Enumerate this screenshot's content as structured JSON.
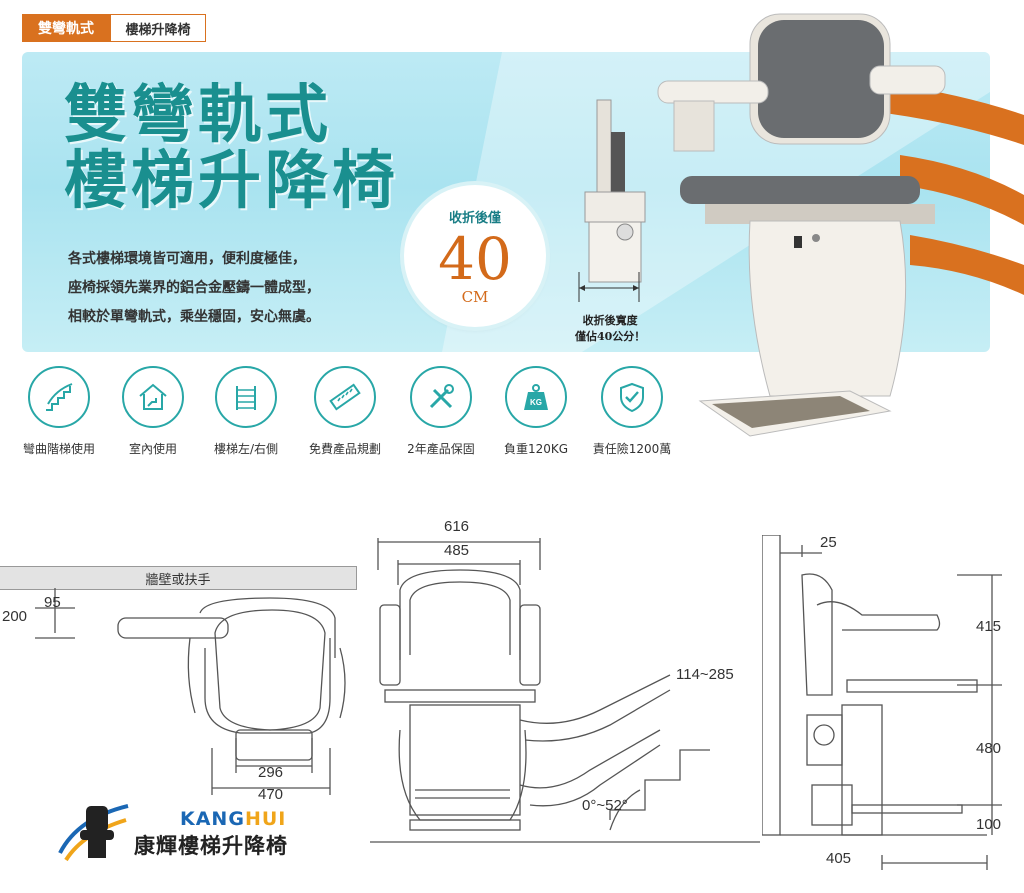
{
  "tabs": {
    "primary": "雙彎軌式",
    "secondary": "樓梯升降椅"
  },
  "banner": {
    "title_line1": "雙彎軌式",
    "title_line2": "樓梯升降椅",
    "desc": [
      "各式樓梯環境皆可適用，便利度極佳，",
      "座椅採領先業界的鋁合金壓鑄一體成型，",
      "相較於單彎軌式，乘坐穩固，安心無虞。"
    ],
    "folded": {
      "label": "收折後僅",
      "value": "40",
      "unit": "CM"
    },
    "fold_note": [
      "收折後寬度",
      "僅佔40公分！"
    ]
  },
  "features": [
    {
      "icon": "curved-stairs-icon",
      "label": "彎曲階梯使用"
    },
    {
      "icon": "indoor-house-icon",
      "label": "室內使用"
    },
    {
      "icon": "stairs-left-right-icon",
      "label": "樓梯左/右側"
    },
    {
      "icon": "ruler-icon",
      "label": "免費產品規劃"
    },
    {
      "icon": "tools-icon",
      "label": "2年產品保固"
    },
    {
      "icon": "weight-kg-icon",
      "label": "負重120KG",
      "badge": "KG"
    },
    {
      "icon": "shield-check-icon",
      "label": "責任險1200萬"
    }
  ],
  "diagram": {
    "wall_label": "牆壁或扶手",
    "top_view": {
      "d95": "95",
      "d200": "200",
      "d296": "296",
      "d470": "470"
    },
    "front_view": {
      "d616": "616",
      "d485": "485",
      "rail_range": "114~285",
      "angle": "0°~52°"
    },
    "side_view": {
      "d25": "25",
      "d415": "415",
      "d480": "480",
      "d100": "100",
      "d405": "405"
    }
  },
  "logo": {
    "en_part1": "KANG",
    "en_part2": "HUI",
    "cn": "康輝樓梯升降椅"
  },
  "colors": {
    "accent": "#d9711f",
    "teal": "#1a8f8f",
    "banner": "#a9e3f0"
  }
}
